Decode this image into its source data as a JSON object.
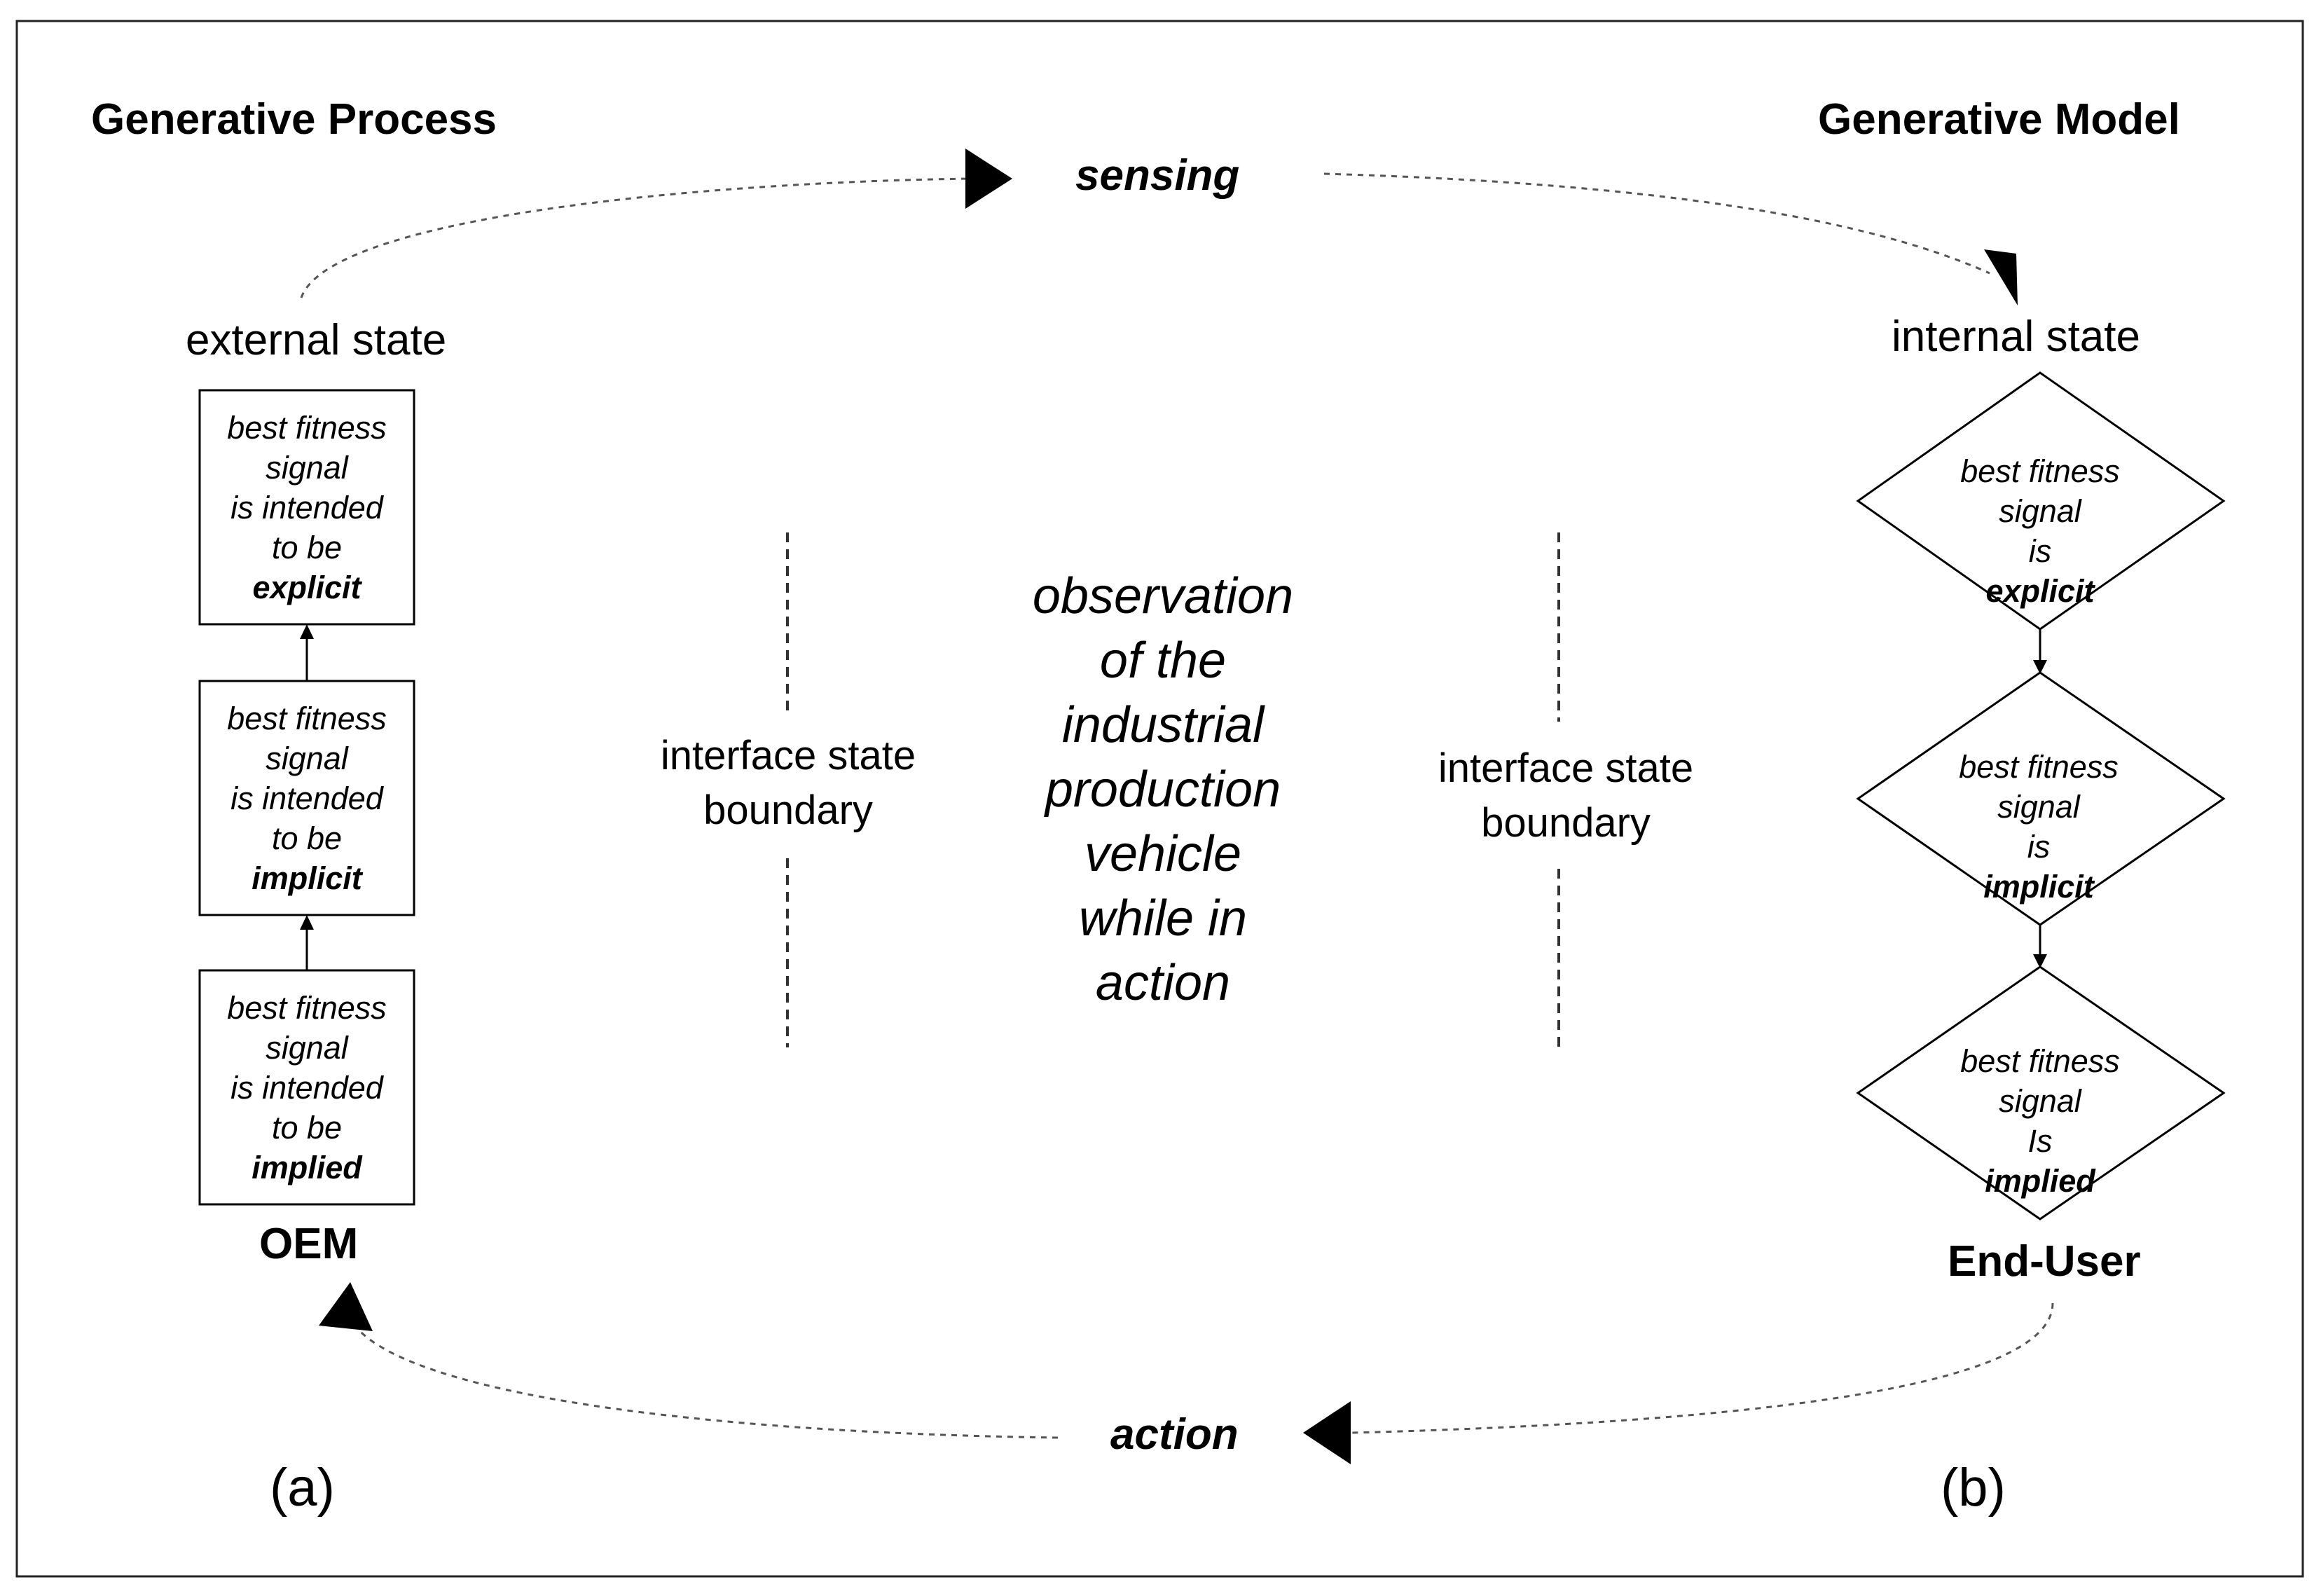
{
  "headers": {
    "left": "Generative Process",
    "right": "Generative Model"
  },
  "flows": {
    "top": "sensing",
    "bottom": "action"
  },
  "states": {
    "external": "external state",
    "internal": "internal state"
  },
  "oem_boxes": [
    {
      "lines": [
        "best fitness",
        "signal",
        "is intended",
        "to be"
      ],
      "keyword": "explicit"
    },
    {
      "lines": [
        "best fitness",
        "signal",
        "is intended",
        "to be"
      ],
      "keyword": "implicit"
    },
    {
      "lines": [
        "best fitness",
        "signal",
        "is intended",
        "to be"
      ],
      "keyword": "implied"
    }
  ],
  "user_diamonds": [
    {
      "lines": [
        "best fitness",
        "signal",
        "is"
      ],
      "keyword": "explicit"
    },
    {
      "lines": [
        "best fitness",
        "signal",
        "is"
      ],
      "keyword": "implicit"
    },
    {
      "lines": [
        "best fitness",
        "signal",
        "Is"
      ],
      "keyword": "implied"
    }
  ],
  "actors": {
    "left": "OEM",
    "right": "End-User"
  },
  "interface": {
    "left": [
      "interface state",
      "boundary"
    ],
    "right": [
      "interface state",
      "boundary"
    ]
  },
  "center_text": [
    "observation",
    "of the",
    "industrial",
    "production",
    "vehicle",
    "while in",
    "action"
  ],
  "panels": {
    "left": "(a)",
    "right": "(b)"
  }
}
